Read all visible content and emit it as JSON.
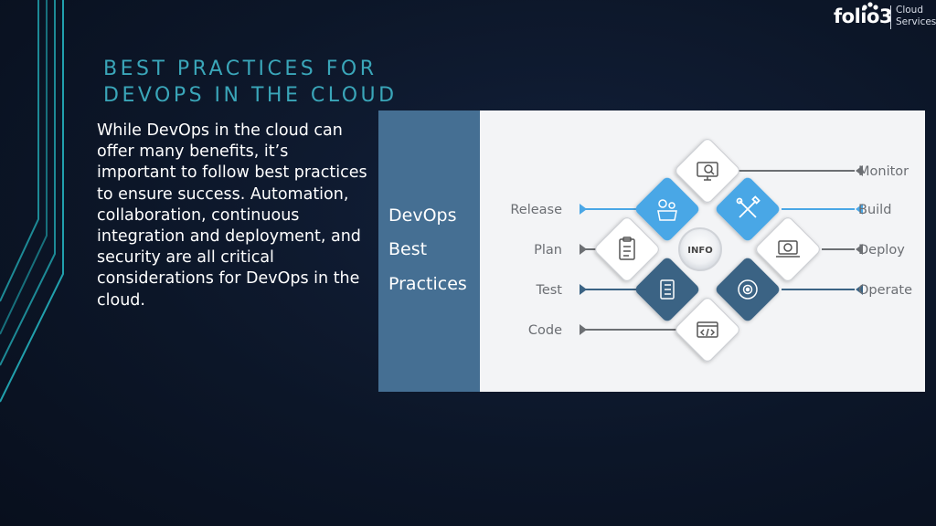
{
  "logo": {
    "brand": "folio3",
    "sub_line1": "Cloud",
    "sub_line2": "Services"
  },
  "title": {
    "line1": "BEST PRACTICES FOR",
    "line2": "DEVOPS IN THE CLOUD"
  },
  "body": "While DevOps in the cloud can offer many benefits, it’s important to follow best practices to ensure success. Automation, collaboration, continuous integration and deployment, and security are all critical considerations for DevOps in the cloud.",
  "infographic": {
    "panel_words": [
      "DevOps",
      "Best",
      "Practices"
    ],
    "center_label": "INFO",
    "left_labels": [
      "Release",
      "Plan",
      "Test",
      "Code"
    ],
    "right_labels": [
      "Monitor",
      "Build",
      "Deploy",
      "Operate"
    ],
    "icons": [
      "monitor-search-icon",
      "gears-box-icon",
      "tools-icon",
      "clipboard-icon",
      "laptop-globe-icon",
      "document-list-icon",
      "settings-cycle-icon",
      "code-window-icon"
    ],
    "colors": {
      "panel": "#456f93",
      "light_blue": "#4aa7e6",
      "dark_blue": "#3b6384",
      "accent": "#3aa6b9"
    }
  }
}
